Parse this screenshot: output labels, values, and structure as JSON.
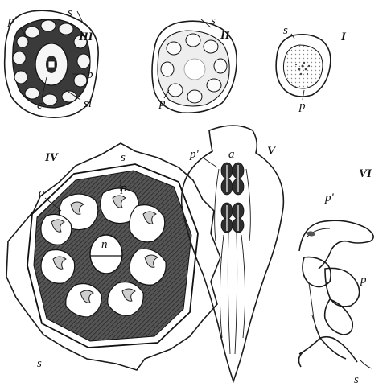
{
  "figures": {
    "fig_iii": {
      "numeral": "III",
      "labels": {
        "p_prime": "p'",
        "s": "s",
        "p": "p",
        "c": "c",
        "sl": "sl"
      }
    },
    "fig_ii": {
      "numeral": "II",
      "labels": {
        "s": "s",
        "p": "p"
      }
    },
    "fig_i": {
      "numeral": "I",
      "labels": {
        "s": "s",
        "p": "p"
      }
    },
    "fig_iv": {
      "numeral": "IV",
      "labels": {
        "s_top": "s",
        "p": "p",
        "a": "a",
        "n": "n",
        "s_bottom": "s"
      }
    },
    "fig_v": {
      "numeral": "V",
      "labels": {
        "p_prime": "p'",
        "a": "a"
      }
    },
    "fig_vi": {
      "numeral": "VI",
      "labels": {
        "p_prime": "p'",
        "p": "p",
        "s": "s"
      }
    }
  }
}
